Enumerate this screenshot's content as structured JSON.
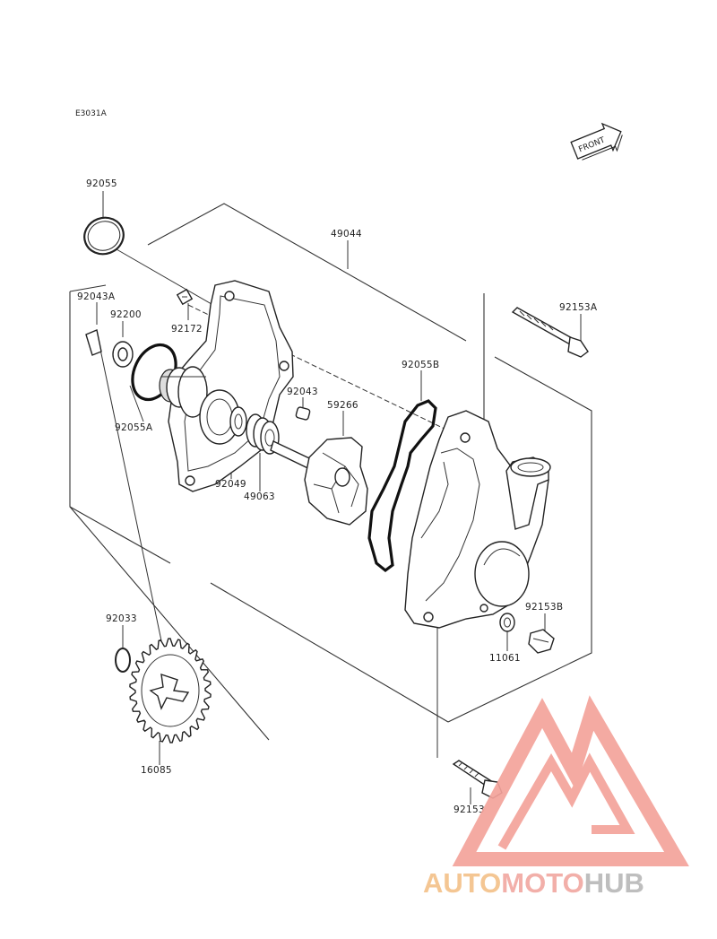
{
  "diagram_code": "E3031A",
  "front_label": "FRONT",
  "parts": {
    "p92055": "92055",
    "p49044": "49044",
    "p92043A": "92043A",
    "p92200": "92200",
    "p92172": "92172",
    "p92153A": "92153A",
    "p92055B": "92055B",
    "p92043": "92043",
    "p59266": "59266",
    "p92055A": "92055A",
    "p92049": "92049",
    "p49063": "49063",
    "p92153B": "92153B",
    "p11061": "11061",
    "p92033": "92033",
    "p16085": "16085",
    "p92153": "92153"
  },
  "watermark": {
    "part1": "AUTO",
    "part2": "MOTO",
    "part3": "HUB",
    "colors": {
      "auto": "#f4c28a",
      "moto": "#f1a9a2",
      "hub": "#b9b9b9",
      "triangle": "#f4a39b"
    }
  }
}
